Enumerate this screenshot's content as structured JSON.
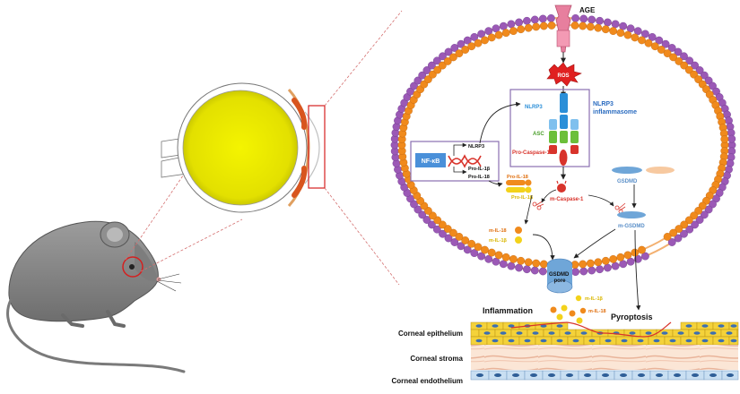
{
  "labels": {
    "age": "AGE",
    "ros": "ROS",
    "nlrp3_receptor": "NLRP3",
    "nlrp3_inflammasome": "NLRP3\ninflammasome",
    "asc": "ASC",
    "pro_caspase1": "Pro-Caspase-1",
    "nfkb": "NF-κB",
    "nlrp3_gene": "NLRP3",
    "pro_il1b_gene": "Pro-IL-1β",
    "pro_il18_gene": "Pro-IL-18",
    "pro_il18": "Pro-IL-18",
    "pro_il1b": "Pro-IL-1β",
    "m_caspase1": "m-Caspase-1",
    "gsdmd": "GSDMD",
    "m_gsdmd": "m-GSDMD",
    "m_il18_in": "m-IL-18",
    "m_il1b_in": "m-IL-1β",
    "gsdmd_pore": "GSDMD\npore",
    "m_il1b_out": "m-IL-1β",
    "m_il18_out": "m-IL-18",
    "inflammation": "Inflammation",
    "pyroptosis": "Pyroptosis",
    "corneal_epithelium": "Corneal epithelium",
    "corneal_stroma": "Corneal stroma",
    "corneal_endothelium": "Corneal endothelium"
  },
  "colors": {
    "membrane_head": "#f08a1c",
    "membrane_head_inner": "#9b59b6",
    "nfkb_box": "#4a90d9",
    "nlrp3_blue": "#2b8fd8",
    "asc_green": "#6cbf3a",
    "caspase_red": "#d8332b",
    "il18_orange": "#f08a1c",
    "il1b_yellow": "#f3d21b",
    "gsdmd_blue": "#6fa6d8",
    "gsdmd_peach": "#f7c9a0",
    "eye_yellow": "#e8e600",
    "mouse_gray": "#8a8a8a",
    "box_border": "#8a6fb0"
  }
}
